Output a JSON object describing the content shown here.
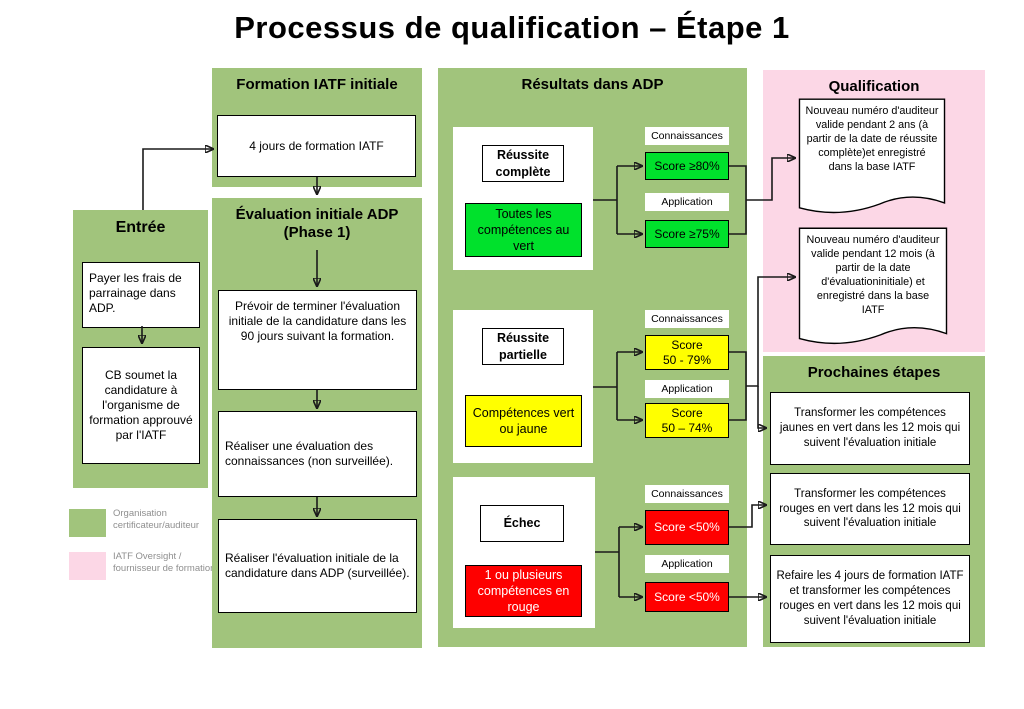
{
  "title": "Processus de qualification – Étape 1",
  "colors": {
    "panel_green": "#a1c47c",
    "panel_pink": "#fcd7e6",
    "bright_green": "#00e12c",
    "yellow": "#ffff00",
    "red": "#fe0000",
    "white": "#ffffff",
    "black": "#000000",
    "legend_text": "#8f8f8f"
  },
  "entree": {
    "title": "Entrée",
    "box1": "Payer les frais de parrainage dans ADP.",
    "box2": "CB soumet la candidature à l'organisme de formation approuvé par l'IATF"
  },
  "formation": {
    "title": "Formation IATF initiale",
    "box": "4 jours de formation IATF"
  },
  "evaluation": {
    "title": "Évaluation initiale ADP\n(Phase 1)",
    "box1": "Prévoir de terminer l'évaluation initiale de la candidature dans les 90 jours suivant la formation.",
    "box2": "Réaliser une évaluation des connaissances (non surveillée).",
    "box3": "Réaliser l'évaluation initiale de la candidature dans ADP (surveillée)."
  },
  "resultats": {
    "title": "Résultats dans ADP",
    "rows": [
      {
        "outcome": "Réussite complète",
        "chip": "Toutes les compétences au vert",
        "chip_bg": "#00e12c",
        "chip_fg": "#000000",
        "connaissances_label": "Connaissances",
        "connaissances_score": "Score ≥80%",
        "application_label": "Application",
        "application_score": "Score ≥75%",
        "score_bg": "#00e12c",
        "score_fg": "#000000"
      },
      {
        "outcome": "Réussite partielle",
        "chip": "Compétences vert ou jaune",
        "chip_bg": "#ffff00",
        "chip_fg": "#000000",
        "connaissances_label": "Connaissances",
        "connaissances_score": "Score\n50 - 79%",
        "application_label": "Application",
        "application_score": "Score\n50 – 74%",
        "score_bg": "#ffff00",
        "score_fg": "#000000"
      },
      {
        "outcome": "Échec",
        "chip": "1 ou plusieurs compétences en rouge",
        "chip_bg": "#fe0000",
        "chip_fg": "#ffffff",
        "connaissances_label": "Connaissances",
        "connaissances_score": "Score <50%",
        "application_label": "Application",
        "application_score": "Score <50%",
        "score_bg": "#fe0000",
        "score_fg": "#ffffff"
      }
    ]
  },
  "qualification": {
    "title": "Qualification",
    "doc1": "Nouveau numéro d'auditeur valide pendant 2 ans (à partir de la date de réussite complète)et enregistré dans la base IATF",
    "doc2": "Nouveau numéro d'auditeur valide pendant 12 mois (à partir de la date d'évaluationinitiale) et enregistré dans la base IATF"
  },
  "prochaines": {
    "title": "Prochaines étapes",
    "box1": "Transformer les compétences jaunes en vert dans les 12 mois qui suivent l'évaluation initiale",
    "box2": "Transformer les compétences rouges en vert dans les 12 mois qui suivent l'évaluation initiale",
    "box3": "Refaire les 4 jours de formation IATF et transformer les compétences rouges en vert dans les 12 mois qui suivent l'évaluation initiale"
  },
  "legend": {
    "item1": "Organisation certificateur/auditeur",
    "item2": "IATF Oversight / fournisseur de formation"
  }
}
